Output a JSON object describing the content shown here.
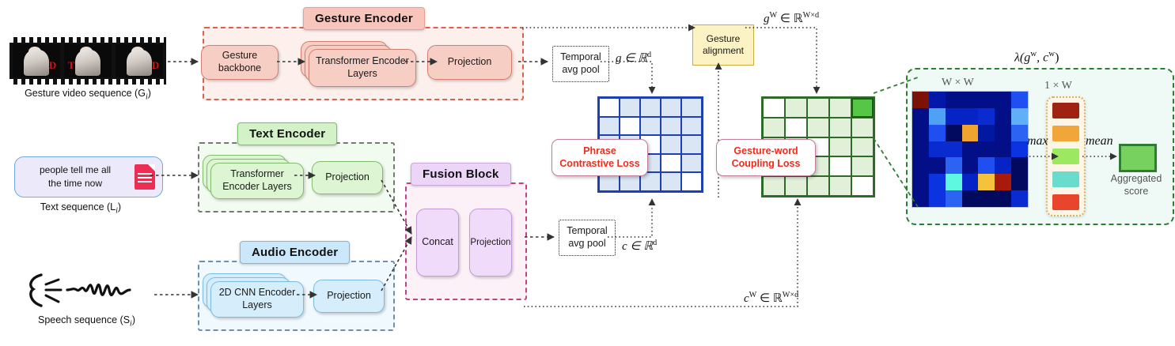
{
  "inputs": {
    "gesture": {
      "caption": "Gesture video sequence (G",
      "caption_sub": "i",
      "caption_end": ")",
      "frame_overlays": [
        "D",
        "T",
        "D"
      ]
    },
    "text": {
      "line1": "people tell me all",
      "line2": "the time now",
      "caption": "Text sequence (L",
      "caption_sub": "i",
      "caption_end": ")"
    },
    "audio": {
      "caption": "Speech sequence (S",
      "caption_sub": "i",
      "caption_end": ")"
    }
  },
  "encoders": {
    "gesture": {
      "title": "Gesture Encoder",
      "nodes": [
        "Gesture backbone",
        "Transformer Encoder Layers",
        "Projection"
      ]
    },
    "text": {
      "title": "Text Encoder",
      "nodes": [
        "Transformer Encoder Layers",
        "Projection"
      ]
    },
    "audio": {
      "title": "Audio Encoder",
      "nodes": [
        "2D CNN Encoder Layers",
        "Projection"
      ]
    },
    "fusion": {
      "title": "Fusion Block",
      "nodes": [
        "Concat",
        "Projection"
      ]
    }
  },
  "pooling": {
    "gesture_pool": "Temporal avg pool",
    "fusion_pool": "Temporal avg pool"
  },
  "alignment": {
    "label": "Gesture alignment"
  },
  "math": {
    "g_vec": "g ∈ ℝ",
    "g_vec_sup": "d",
    "c_vec": "c ∈ ℝ",
    "c_vec_sup": "d",
    "gW": "g",
    "gW_sup": "W",
    "gW_rest": " ∈ ℝ",
    "gW_sup2": "W×d",
    "cW": "c",
    "cW_sup": "W",
    "cW_rest": " ∈ ℝ",
    "cW_sup2": "W×d",
    "lambda": "λ(g",
    "lambda_sup1": "w",
    "lambda_mid": ", c",
    "lambda_sup2": "w",
    "lambda_end": ")",
    "wxw": "W × W",
    "onexw": "1 × W",
    "max": "max",
    "mean": "mean"
  },
  "losses": {
    "phrase": {
      "line1": "Phrase",
      "line2": "Contrastive Loss",
      "color": "#f02b1d"
    },
    "coupling": {
      "line1": "Gesture-word",
      "line2": "Coupling Loss",
      "color": "#f02b1d"
    }
  },
  "matrices": {
    "phrase": {
      "type": "similarity",
      "rows": 5,
      "cols": 5,
      "fill": "#dbe6f4",
      "border": "#1f3fb5",
      "diagonal_white": true
    },
    "coupling": {
      "type": "similarity",
      "rows": 5,
      "cols": 5,
      "fill": "#e2efd9",
      "border": "#2e6b2b",
      "diagonal_white": true,
      "highlight_cell": [
        0,
        4
      ],
      "highlight_color": "#55c646"
    }
  },
  "zoom_panel": {
    "aggregated_label_l1": "Aggregated",
    "aggregated_label_l2": "score",
    "heatmap": {
      "rows": 7,
      "cols": 7,
      "colors": [
        [
          "#7a1206",
          "#0318a8",
          "#020f86",
          "#020f86",
          "#020f86",
          "#020f86",
          "#1f4ff0"
        ],
        [
          "#020f86",
          "#4ea1f5",
          "#0624c6",
          "#0624c6",
          "#0a2bd0",
          "#020f86",
          "#5fb0f7"
        ],
        [
          "#020f86",
          "#1f4ff0",
          "#010a5e",
          "#f0a32e",
          "#0218a0",
          "#020f86",
          "#2c63f2"
        ],
        [
          "#020f86",
          "#0a2bd0",
          "#0a2bd0",
          "#020f86",
          "#020f86",
          "#020f86",
          "#0b33e0"
        ],
        [
          "#020f86",
          "#020f86",
          "#2c63f2",
          "#020f86",
          "#1f4ff0",
          "#0624c6",
          "#010a5e"
        ],
        [
          "#020f86",
          "#0b33e0",
          "#5ef7e0",
          "#0624c6",
          "#f5c23c",
          "#a81a0c",
          "#010a5e"
        ],
        [
          "#020f86",
          "#0b33e0",
          "#2c63f2",
          "#010a5e",
          "#010a5e",
          "#010a5e",
          "#0a2bd0"
        ]
      ]
    },
    "column_vector": {
      "cells": [
        "#9e2310",
        "#f0a638",
        "#9ce861",
        "#69dccd",
        "#e8452c"
      ]
    },
    "aggregated_box_color": "#77d15f"
  }
}
